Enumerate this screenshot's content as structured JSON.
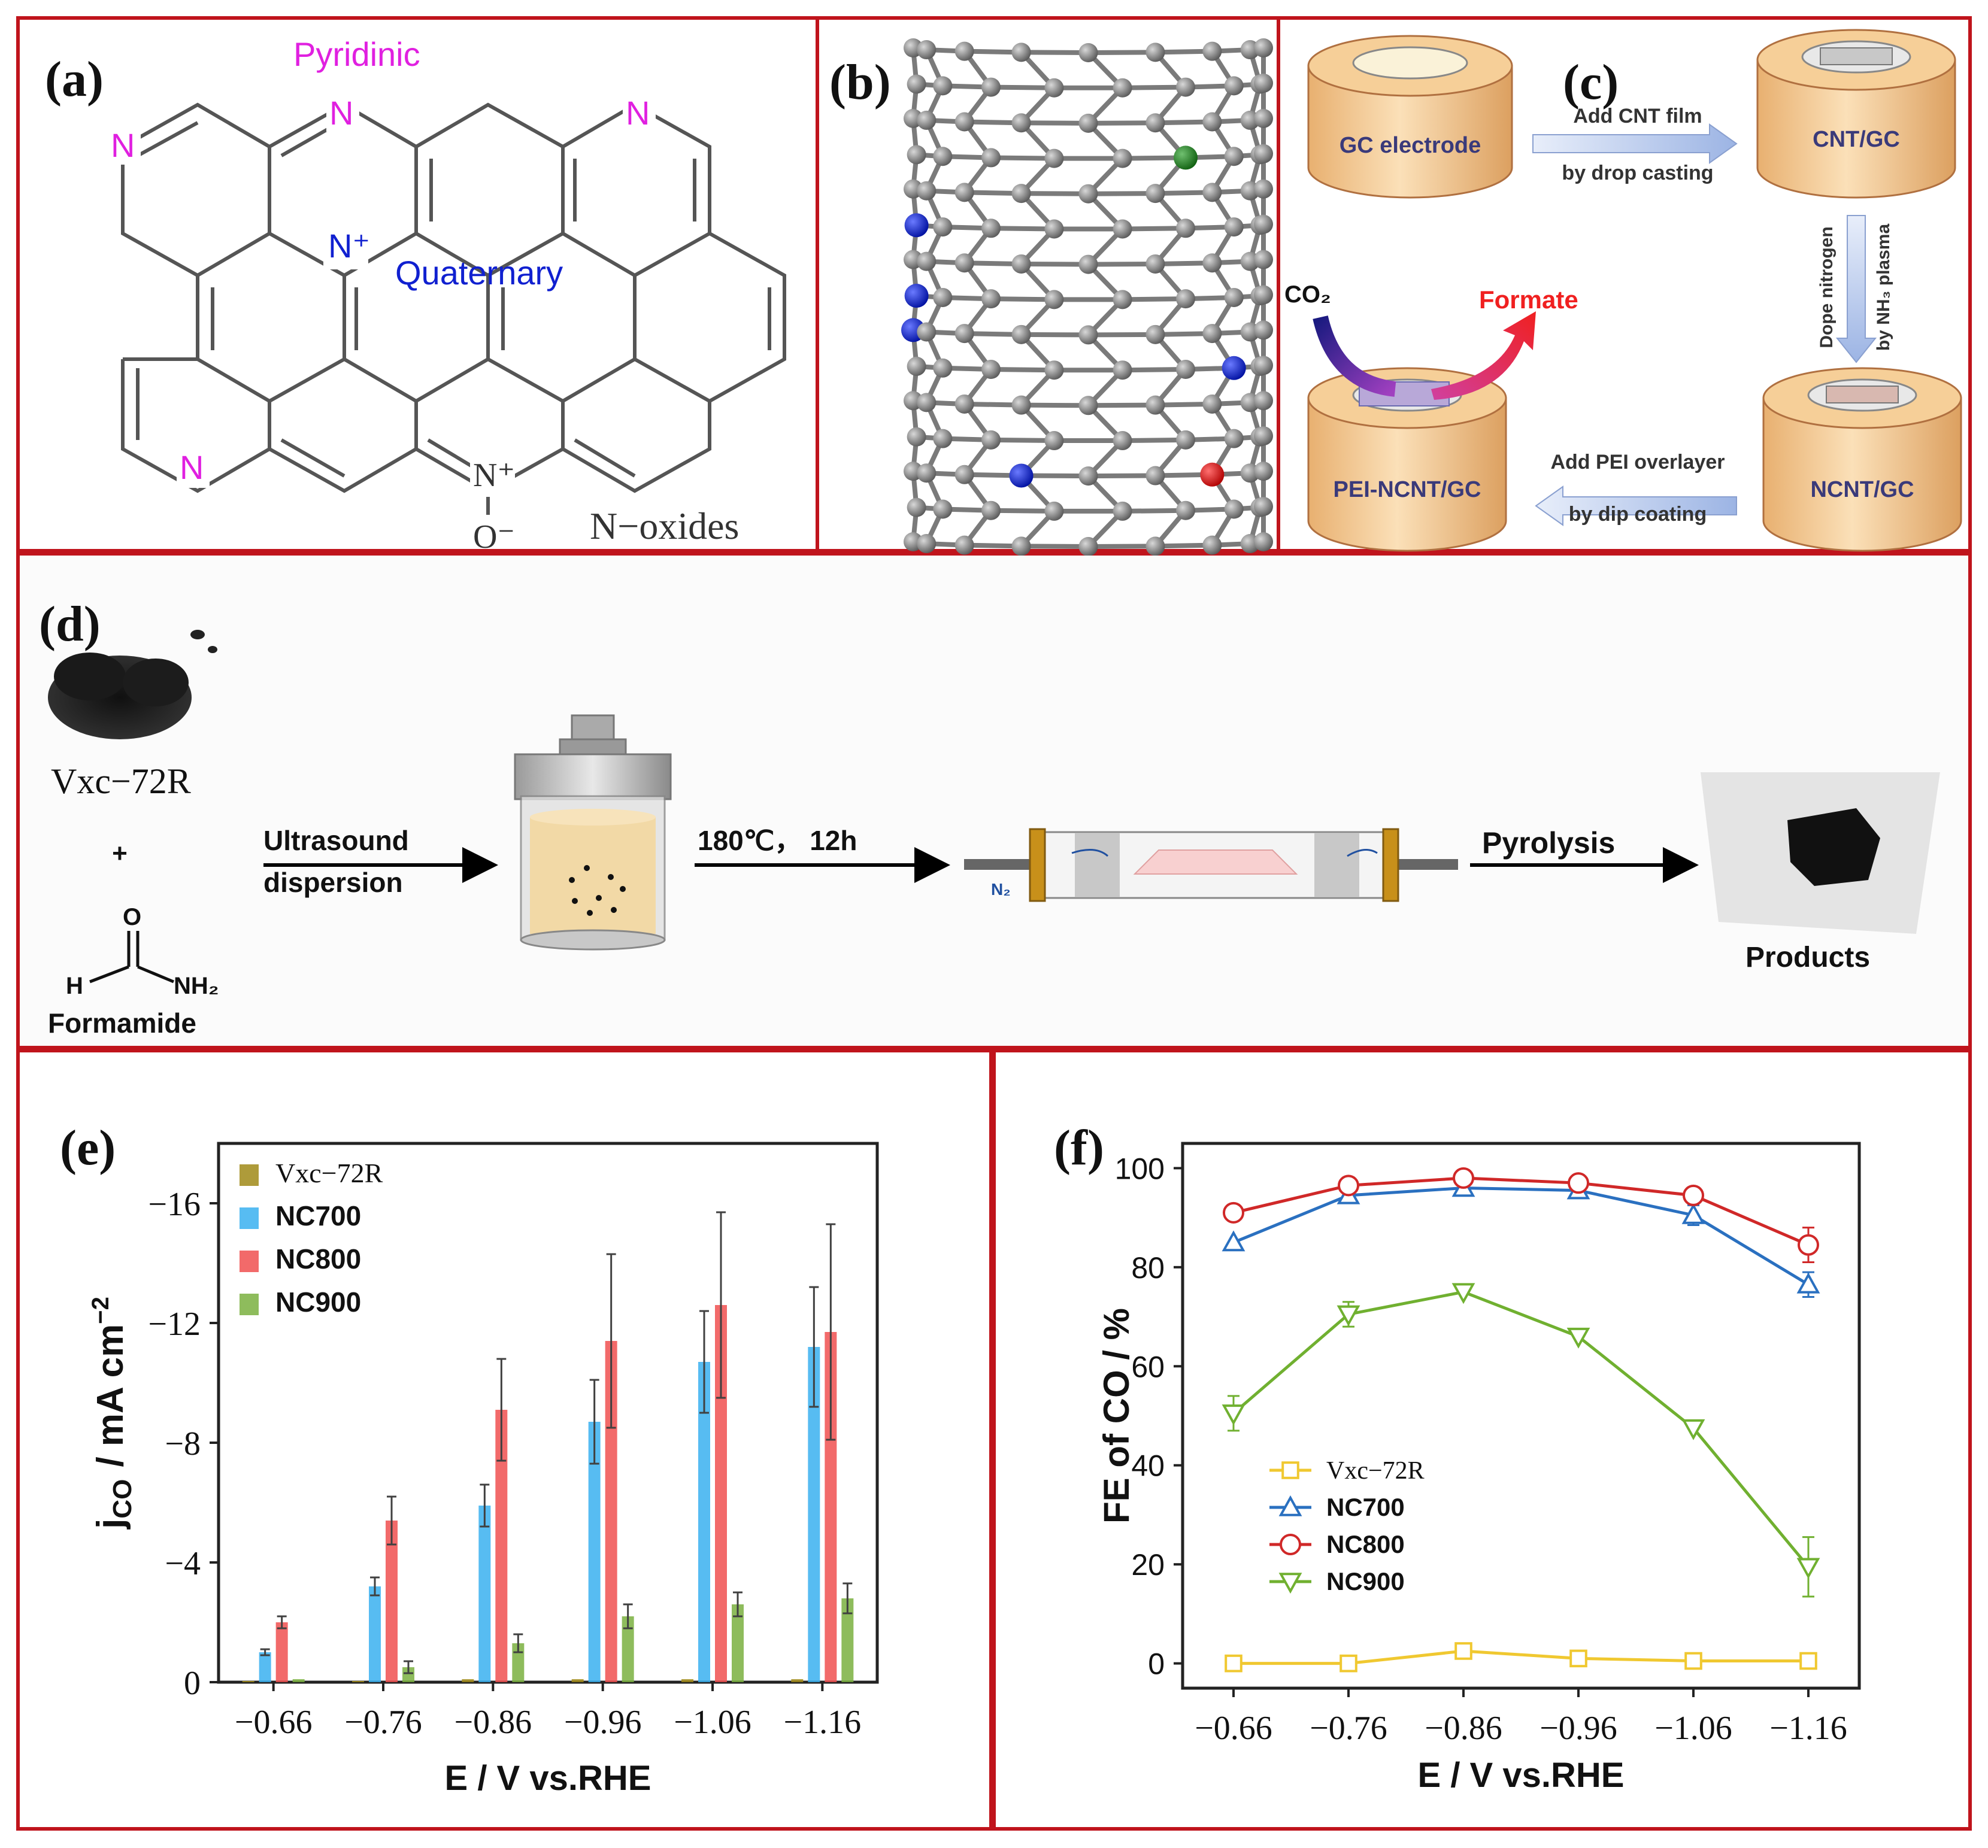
{
  "colors": {
    "frame": "#c0141c",
    "pyridinic": "#e020e0",
    "quaternary": "#1020d0",
    "vxc": "#a08a18",
    "nc700": "#3ab0f0",
    "nc800": "#f05050",
    "nc900": "#7ab040",
    "f_vxc": "#f0c830",
    "f_nc700": "#2a70c0",
    "f_nc800": "#d02828",
    "f_nc900": "#70b030",
    "error_bar": "#404040"
  },
  "panel_a": {
    "label": "(a)",
    "pyridinic": "Pyridinic",
    "quaternary": "Quaternary",
    "n_oxides": "N−oxides",
    "n": "N",
    "n_plus": "N⁺",
    "o_minus": "O⁻"
  },
  "panel_b": {
    "label": "(b)"
  },
  "panel_c": {
    "label": "(c)",
    "gc_electrode": "GC electrode",
    "cnt_gc": "CNT/GC",
    "ncnt_gc": "NCNT/GC",
    "pei_ncnt_gc": "PEI-NCNT/GC",
    "step1_line1": "Add CNT film",
    "step1_line2": "by drop casting",
    "step2_line1": "Dope nitrogen",
    "step2_line2": "by NH₃ plasma",
    "step3_line1": "Add PEI overlayer",
    "step3_line2": "by dip coating",
    "co2": "CO₂",
    "formate": "Formate"
  },
  "panel_d": {
    "label": "(d)",
    "vxc": "Vxc−72R",
    "plus": "+",
    "o": "O",
    "h": "H",
    "nh2": "NH₂",
    "formamide": "Formamide",
    "ultrasound_1": "Ultrasound",
    "ultrasound_2": "dispersion",
    "condition": "180℃， 12h",
    "n2": "N₂",
    "pyrolysis": "Pyrolysis",
    "products": "Products"
  },
  "chart_data": [
    {
      "type": "bar",
      "panel": "(e)",
      "ylabel_main": "j",
      "ylabel_sub": "CO",
      "ylabel_rest": "/ mA cm",
      "ylabel_sup": "−2",
      "xlabel": "E / V vs.RHE",
      "categories": [
        "−0.66",
        "−0.76",
        "−0.86",
        "−0.96",
        "−1.06",
        "−1.16"
      ],
      "yticks": [
        "0",
        "−4",
        "−8",
        "−12",
        "−16"
      ],
      "ylim": [
        0,
        -18
      ],
      "series": [
        {
          "name": "Vxc−72R",
          "values": [
            0,
            0,
            -0.1,
            -0.1,
            -0.1,
            -0.1
          ],
          "errors": [
            0,
            0,
            0,
            0,
            0,
            0
          ]
        },
        {
          "name": "NC700",
          "values": [
            -1.0,
            -3.2,
            -5.9,
            -8.7,
            -10.7,
            -11.2
          ],
          "errors": [
            0.1,
            0.3,
            0.7,
            1.4,
            1.7,
            2.0
          ]
        },
        {
          "name": "NC800",
          "values": [
            -2.0,
            -5.4,
            -9.1,
            -11.4,
            -12.6,
            -11.7
          ],
          "errors": [
            0.2,
            0.8,
            1.7,
            2.9,
            3.1,
            3.6
          ]
        },
        {
          "name": "NC900",
          "values": [
            -0.1,
            -0.5,
            -1.3,
            -2.2,
            -2.6,
            -2.8
          ],
          "errors": [
            0,
            0.2,
            0.3,
            0.4,
            0.4,
            0.5
          ]
        }
      ]
    },
    {
      "type": "line",
      "panel": "(f)",
      "ylabel": "FE of CO  / %",
      "xlabel": "E  / V vs.RHE",
      "x": [
        "−0.66",
        "−0.76",
        "−0.86",
        "−0.96",
        "−1.06",
        "−1.16"
      ],
      "yticks": [
        "0",
        "20",
        "40",
        "60",
        "80",
        "100"
      ],
      "ylim": [
        -5,
        105
      ],
      "series": [
        {
          "name": "Vxc−72R",
          "marker": "square",
          "values": [
            0,
            0,
            2.5,
            1,
            0.5,
            0.5
          ],
          "errors": [
            0,
            0,
            0,
            0,
            0,
            0
          ]
        },
        {
          "name": "NC700",
          "marker": "triangle-up",
          "values": [
            85,
            94.5,
            96,
            95.5,
            90.5,
            76.5
          ],
          "errors": [
            0,
            1,
            0,
            0,
            2,
            2.5
          ]
        },
        {
          "name": "NC800",
          "marker": "circle",
          "values": [
            91,
            96.5,
            98,
            97,
            94.5,
            84.5
          ],
          "errors": [
            0,
            0,
            0,
            0,
            0,
            3.5
          ]
        },
        {
          "name": "NC900",
          "marker": "triangle-down",
          "values": [
            50.5,
            70.5,
            75,
            66,
            47.5,
            19.5
          ],
          "errors": [
            3.5,
            2.5,
            0,
            0,
            0,
            6
          ]
        }
      ]
    }
  ]
}
